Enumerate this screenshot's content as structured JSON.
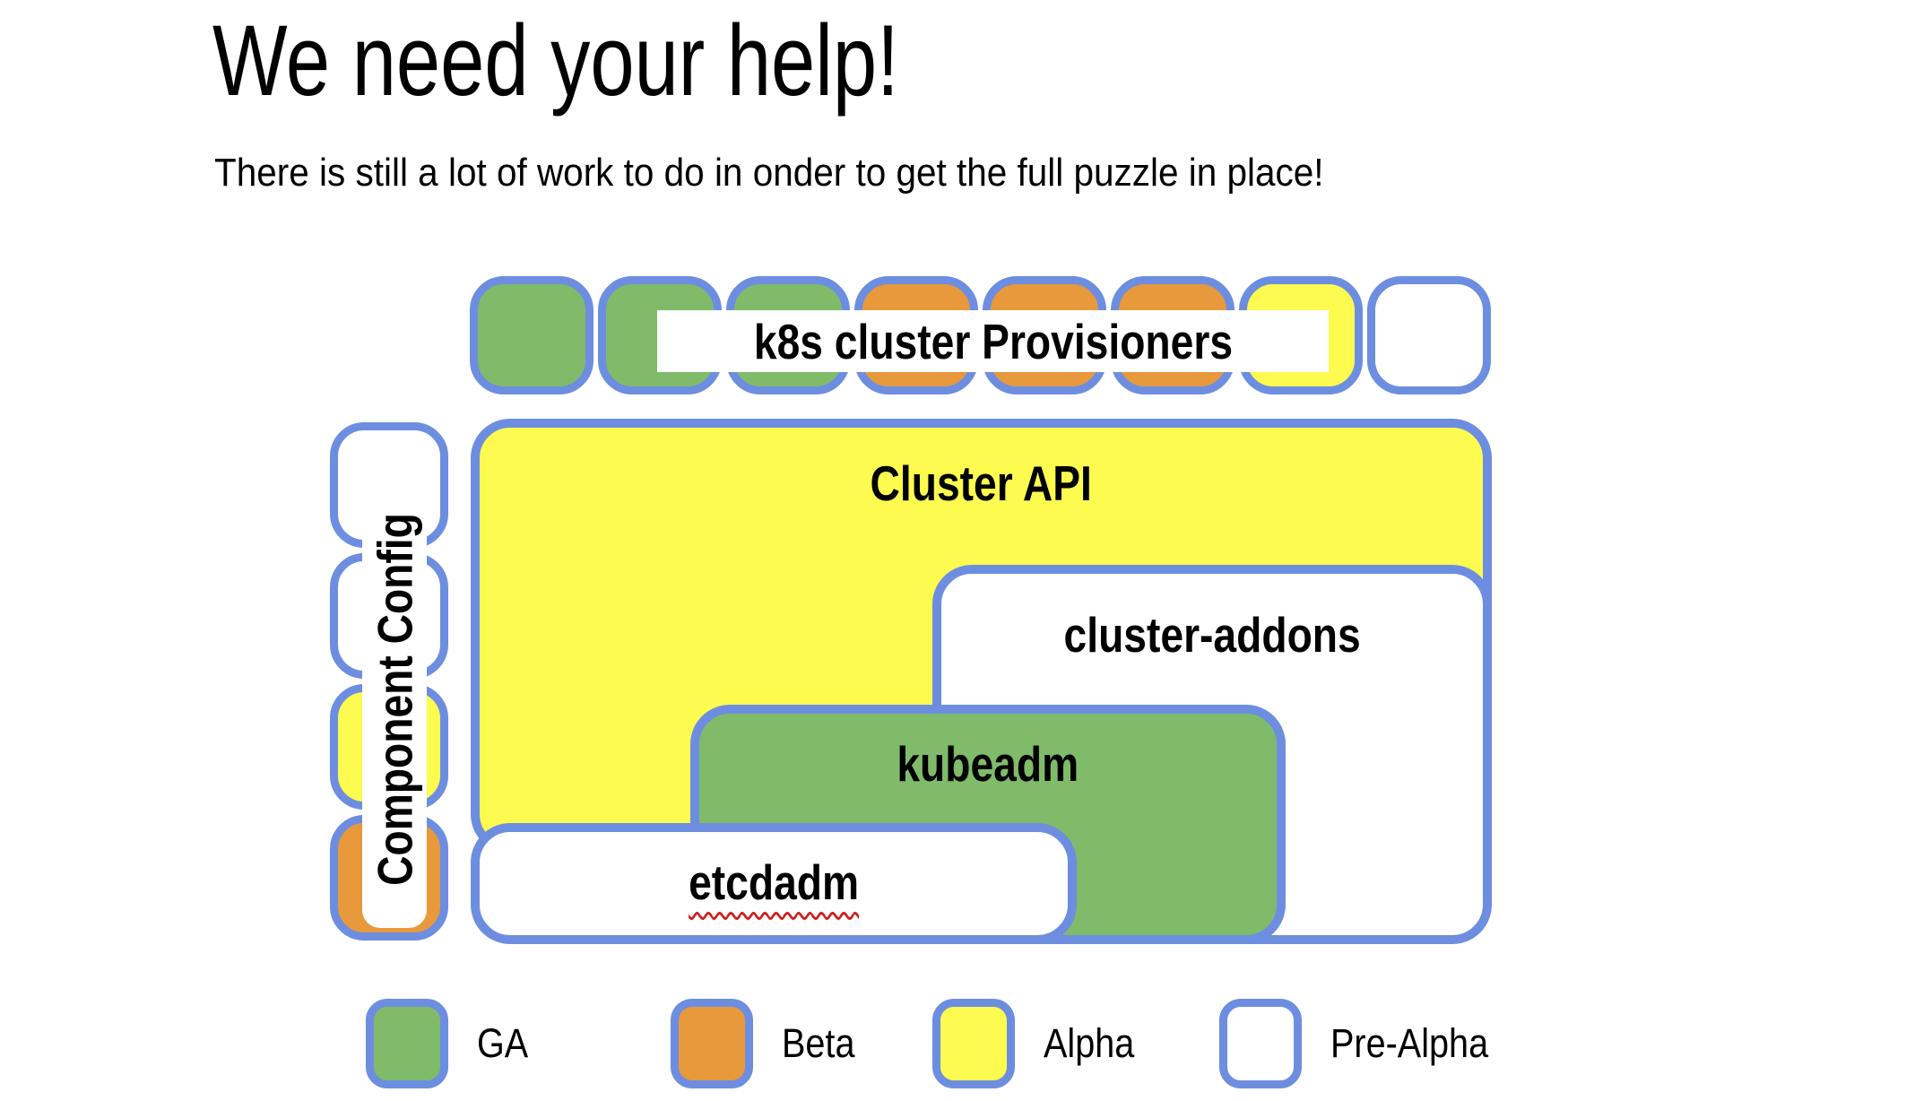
{
  "header": {
    "title": "We need your help!",
    "subtitle": "There is still a lot of work to do in onder to get the full puzzle in place!"
  },
  "diagram": {
    "provisioners_row": {
      "label": "k8s cluster Provisioners",
      "squares": [
        "ga",
        "ga",
        "ga",
        "beta",
        "beta",
        "beta",
        "alpha",
        "pre-alpha"
      ]
    },
    "component_config": {
      "label": "Component Config",
      "squares": [
        "pre-alpha",
        "pre-alpha",
        "alpha",
        "beta"
      ]
    },
    "boxes": {
      "cluster_api": {
        "label": "Cluster API",
        "status": "alpha"
      },
      "cluster_addons": {
        "label": "cluster-addons",
        "status": "pre-alpha"
      },
      "kubeadm": {
        "label": "kubeadm",
        "status": "ga"
      },
      "etcdadm": {
        "label": "etcdadm",
        "status": "pre-alpha",
        "spellcheck_underline": true
      }
    }
  },
  "legend": {
    "items": {
      "ga": {
        "label": "GA",
        "status": "ga"
      },
      "beta": {
        "label": "Beta",
        "status": "beta"
      },
      "alpha": {
        "label": "Alpha",
        "status": "alpha"
      },
      "pre_alpha": {
        "label": "Pre-Alpha",
        "status": "pre-alpha"
      }
    }
  },
  "colors": {
    "ga": "#80bb6a",
    "beta": "#e8993b",
    "alpha": "#fdfb4f",
    "pre-alpha": "#ffffff",
    "border": "#6d8ee0",
    "squiggle": "#cc1f1f",
    "text": "#000000"
  }
}
